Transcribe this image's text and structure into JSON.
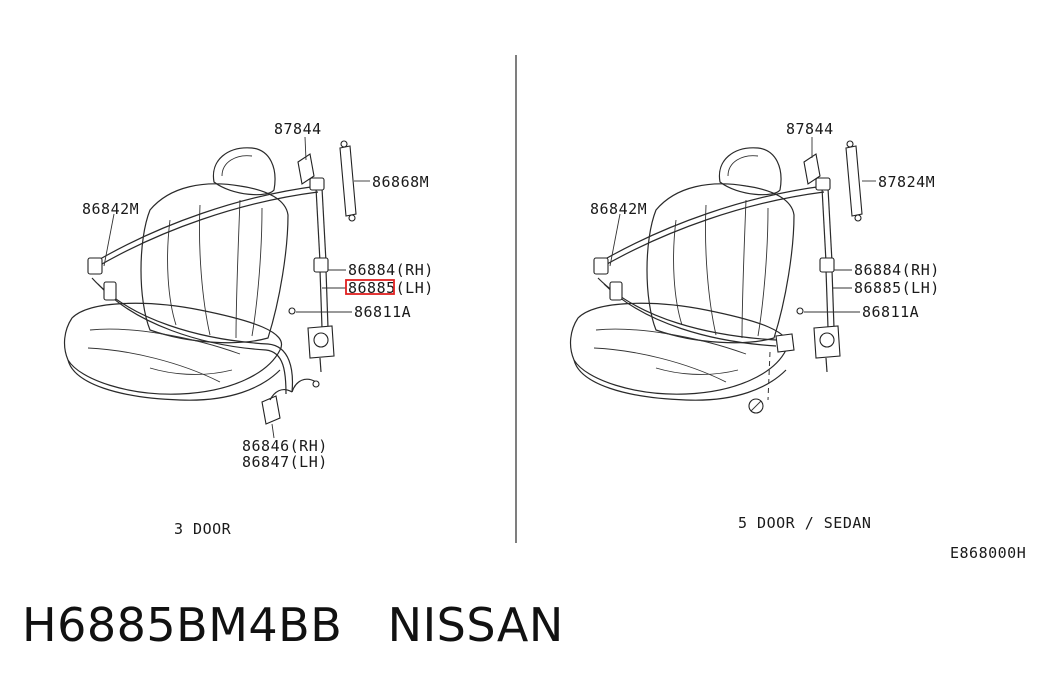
{
  "diagram": {
    "left_panel": {
      "caption": "3 DOOR",
      "labels": {
        "p87844": "87844",
        "p86868M": "86868M",
        "p86842M": "86842M",
        "p86884": "86884(RH)",
        "p86885": "86885(LH)",
        "p86811A": "86811A",
        "p86846": "86846(RH)",
        "p86847": "86847(LH)"
      }
    },
    "right_panel": {
      "caption": "5 DOOR / SEDAN",
      "labels": {
        "p87844": "87844",
        "p87824M": "87824M",
        "p86842M": "86842M",
        "p86884": "86884(RH)",
        "p86885": "86885(LH)",
        "p86811A": "86811A"
      }
    },
    "figure_code": "E868000H",
    "highlight_color": "#e02020"
  },
  "footer": {
    "part_number": "H6885BM4BB",
    "brand": "NISSAN"
  }
}
